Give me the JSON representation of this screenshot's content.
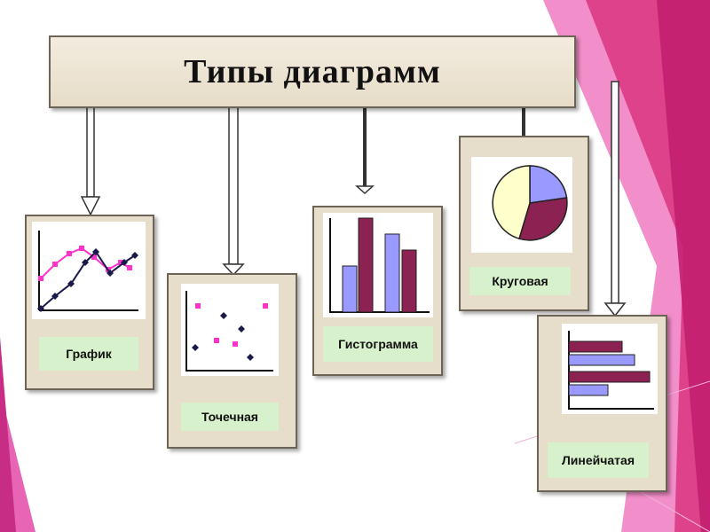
{
  "title": "Типы диаграмм",
  "types": [
    {
      "label": "График",
      "icon": "line-chart-icon"
    },
    {
      "label": "Точечная",
      "icon": "scatter-chart-icon"
    },
    {
      "label": "Гистограмма",
      "icon": "bar-chart-icon"
    },
    {
      "label": "Круговая",
      "icon": "pie-chart-icon"
    },
    {
      "label": "Линейчатая",
      "icon": "horizontal-bar-chart-icon"
    }
  ],
  "colors": {
    "magenta": "#ff33cc",
    "navy": "#1a1a4a",
    "periwinkle": "#9999ff",
    "maroon": "#8b2252",
    "cream": "#ffffcc",
    "frame_bg": "#e6ddcb",
    "label_bg": "#d7f1cc",
    "pink_decor": "#e0409a"
  }
}
